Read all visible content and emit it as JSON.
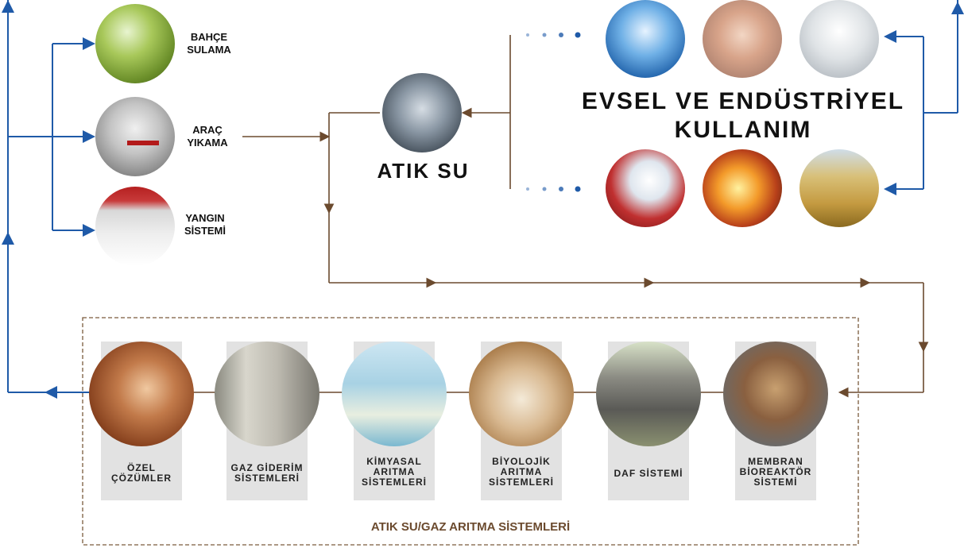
{
  "uses": {
    "garden": {
      "line1": "BAHÇE",
      "line2": "SULAMA"
    },
    "car": {
      "line1": "ARAÇ",
      "line2": "YIKAMA"
    },
    "fire": {
      "line1": "YANGIN",
      "line2": "SİSTEMİ"
    }
  },
  "wastewater": {
    "title": "ATIK SU"
  },
  "domestic": {
    "line1": "EVSEL VE ENDÜSTRİYEL",
    "line2": "KULLANIM"
  },
  "systems": {
    "label": "ATIK SU/GAZ ARITMA SİSTEMLERİ",
    "items": [
      {
        "lines": [
          "ÖZEL",
          "ÇÖZÜMLER"
        ]
      },
      {
        "lines": [
          "GAZ GİDERİM",
          "SİSTEMLERİ"
        ]
      },
      {
        "lines": [
          "KİMYASAL",
          "ARITMA",
          "SİSTEMLERİ"
        ]
      },
      {
        "lines": [
          "BİYOLOJİK",
          "ARITMA",
          "SİSTEMLERİ"
        ]
      },
      {
        "lines": [
          "DAF SİSTEMİ"
        ]
      },
      {
        "lines": [
          "MEMBRAN",
          "BİOREAKTÖR",
          "SİSTEMİ"
        ]
      }
    ]
  },
  "colors": {
    "blue_line": "#1f5aa8",
    "brown_line": "#6b4a2e",
    "dashed_border": "#7a5a3c",
    "card_bg": "#e2e2e2"
  }
}
